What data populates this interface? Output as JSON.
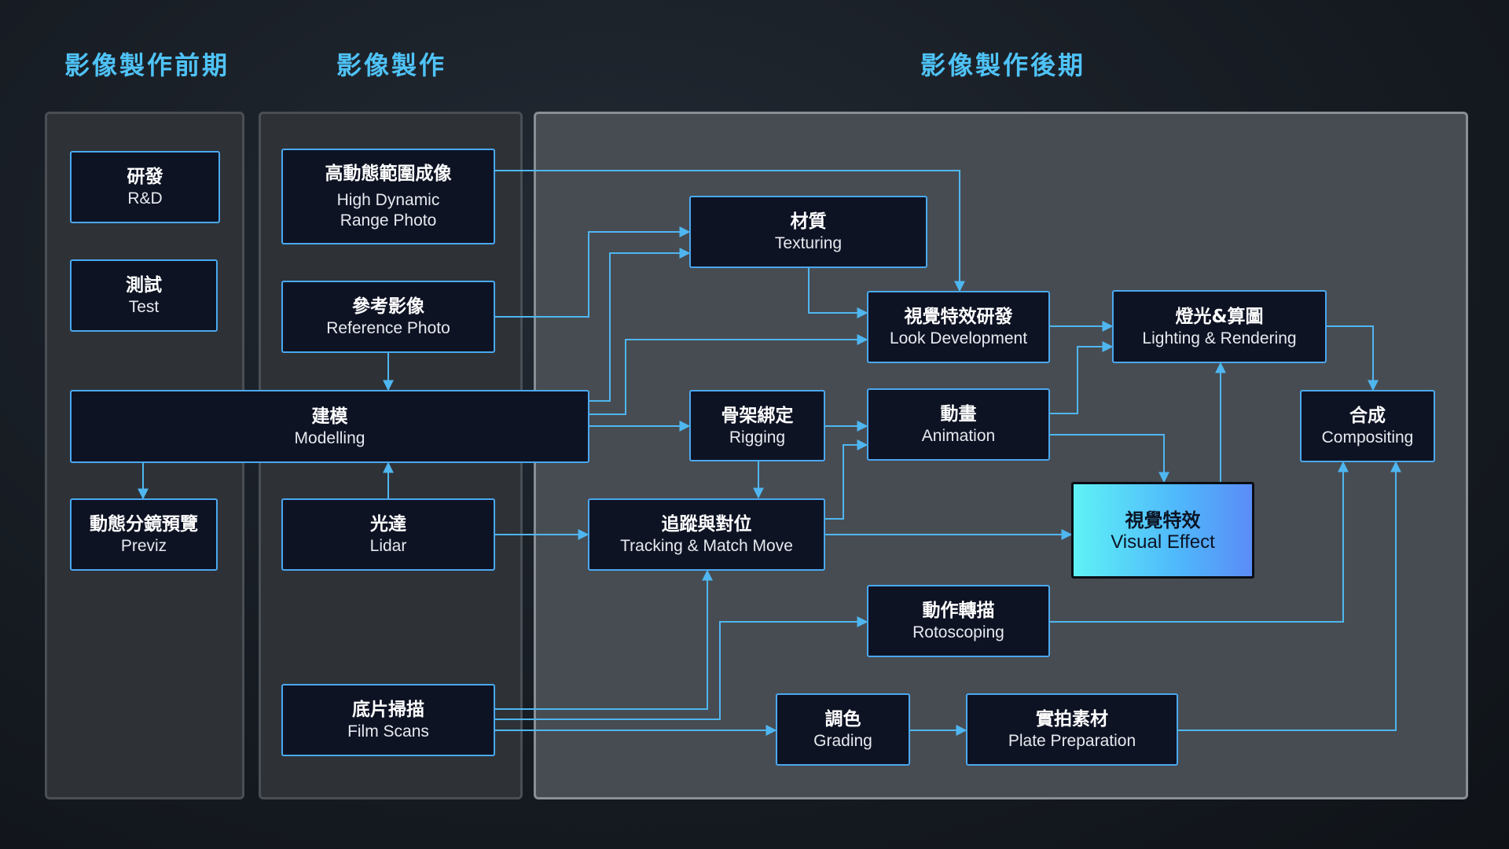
{
  "phases": {
    "pre": "影像製作前期",
    "production": "影像製作",
    "post": "影像製作後期"
  },
  "nodes": {
    "rd": {
      "zh": "研發",
      "en": "R&D"
    },
    "test": {
      "zh": "測試",
      "en": "Test"
    },
    "previz": {
      "zh": "動態分鏡預覽",
      "en": "Previz"
    },
    "hdr": {
      "zh": "高動態範圍成像",
      "en": "High Dynamic\nRange Photo"
    },
    "ref": {
      "zh": "參考影像",
      "en": "Reference Photo"
    },
    "modelling": {
      "zh": "建模",
      "en": "Modelling"
    },
    "lidar": {
      "zh": "光達",
      "en": "Lidar"
    },
    "filmscans": {
      "zh": "底片掃描",
      "en": "Film Scans"
    },
    "texturing": {
      "zh": "材質",
      "en": "Texturing"
    },
    "lookdev": {
      "zh": "視覺特效研發",
      "en": "Look Development"
    },
    "lighting": {
      "zh": "燈光&算圖",
      "en": "Lighting & Rendering"
    },
    "rigging": {
      "zh": "骨架綁定",
      "en": "Rigging"
    },
    "animation": {
      "zh": "動畫",
      "en": "Animation"
    },
    "compositing": {
      "zh": "合成",
      "en": "Compositing"
    },
    "tracking": {
      "zh": "追蹤與對位",
      "en": "Tracking & Match Move"
    },
    "vfx": {
      "zh": "視覺特效",
      "en": "Visual Effect"
    },
    "roto": {
      "zh": "動作轉描",
      "en": "Rotoscoping"
    },
    "grading": {
      "zh": "調色",
      "en": "Grading"
    },
    "plate": {
      "zh": "實拍素材",
      "en": "Plate Preparation"
    }
  },
  "colors": {
    "accent": "#4fc3f7",
    "node_border": "#4aa8f0",
    "node_bg": "#0e1324",
    "vfx_gradient_start": "#5ff2f6",
    "vfx_gradient_end": "#5b8cf7"
  }
}
